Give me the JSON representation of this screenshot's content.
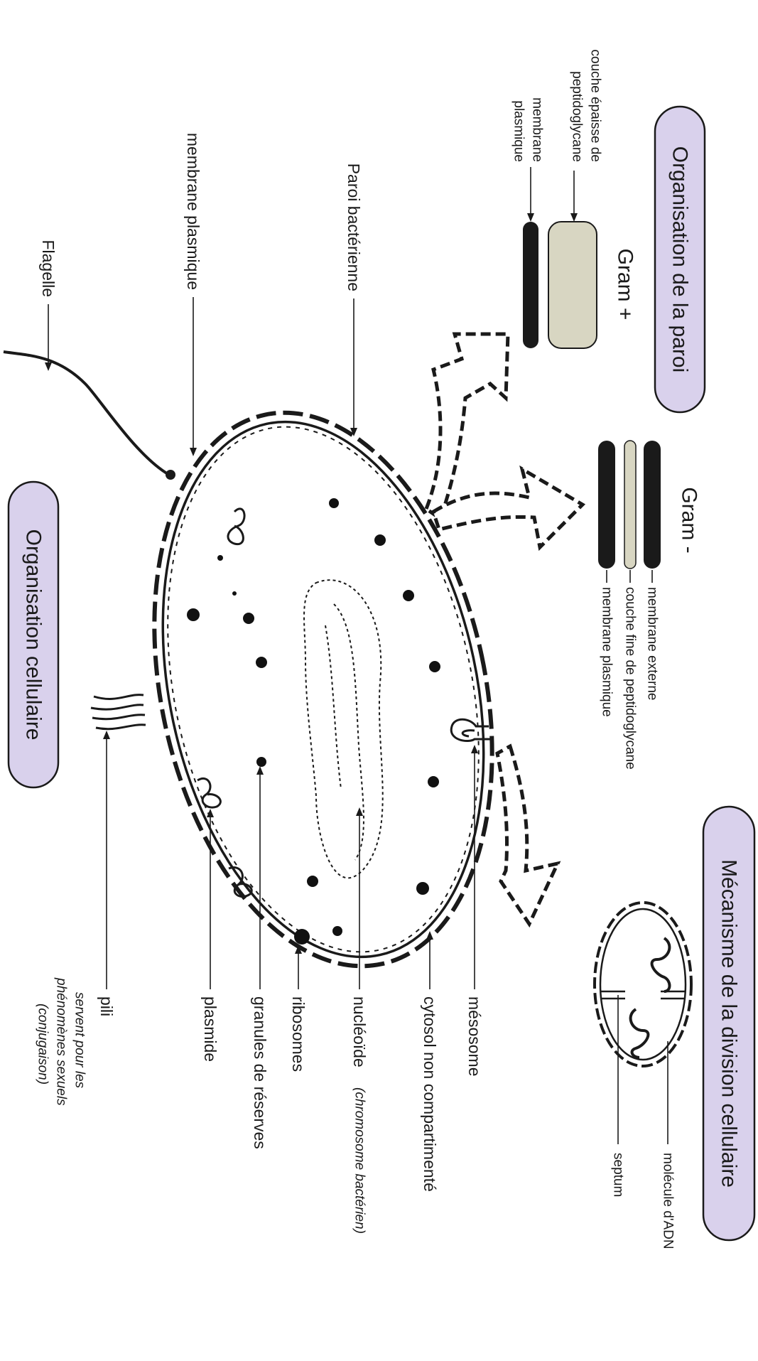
{
  "colors": {
    "heading_fill": "#d9d1ec",
    "peptidoglycan_fill": "#d8d6c2",
    "membrane_fill": "#1a1a1a",
    "ink": "#1a1a1a"
  },
  "headings": {
    "paroi": "Organisation de la paroi",
    "division": "Mécanisme de la division cellulaire",
    "cellulaire": "Organisation cellulaire"
  },
  "gram_positive": {
    "title": "Gram +",
    "labels": [
      "couche épaisse de",
      "peptidoglycane",
      "membrane",
      "plasmique"
    ]
  },
  "gram_negative": {
    "title": "Gram -",
    "labels": [
      "membrane externe",
      "couche fine de peptidoglycane",
      "membrane plasmique"
    ]
  },
  "division": {
    "labels": [
      "molécule d'ADN",
      "septum"
    ]
  },
  "cell_labels": {
    "flagelle": "Flagelle",
    "membrane_plasmique": "membrane plasmique",
    "paroi": "Paroi bactérienne",
    "mesosome": "mésosome",
    "cytosol": "cytosol non compartimenté",
    "nucleoide": "nucléoïde",
    "nucleoide_note": "(chromosome bactérien)",
    "ribosomes": "ribosomes",
    "granules": "granules de réserves",
    "plasmide": "plasmide",
    "pili": "pili",
    "pili_note": [
      "servent pour les",
      "phénomènes sexuels",
      "(conjugaison)"
    ]
  }
}
